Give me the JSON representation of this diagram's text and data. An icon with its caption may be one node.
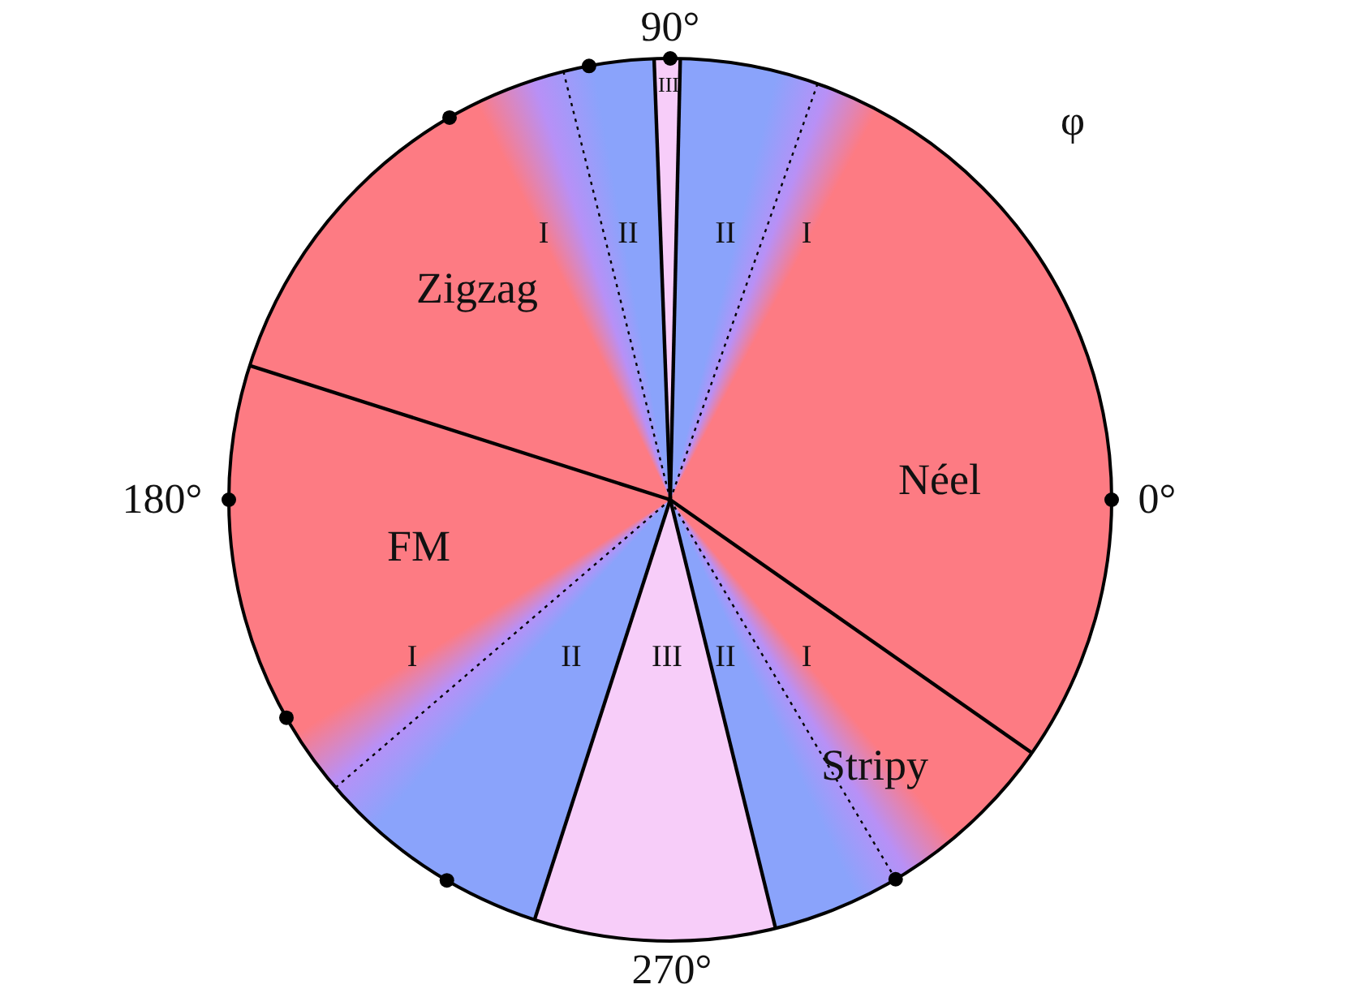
{
  "diagram": {
    "labels": [
      "90°",
      "φ",
      "III",
      "I",
      "II",
      "II",
      "I",
      "Zigzag",
      "180°",
      "Néel",
      "0°",
      "FM",
      "I",
      "II",
      "III",
      "II",
      "I",
      "Stripy",
      "270°"
    ]
  }
}
